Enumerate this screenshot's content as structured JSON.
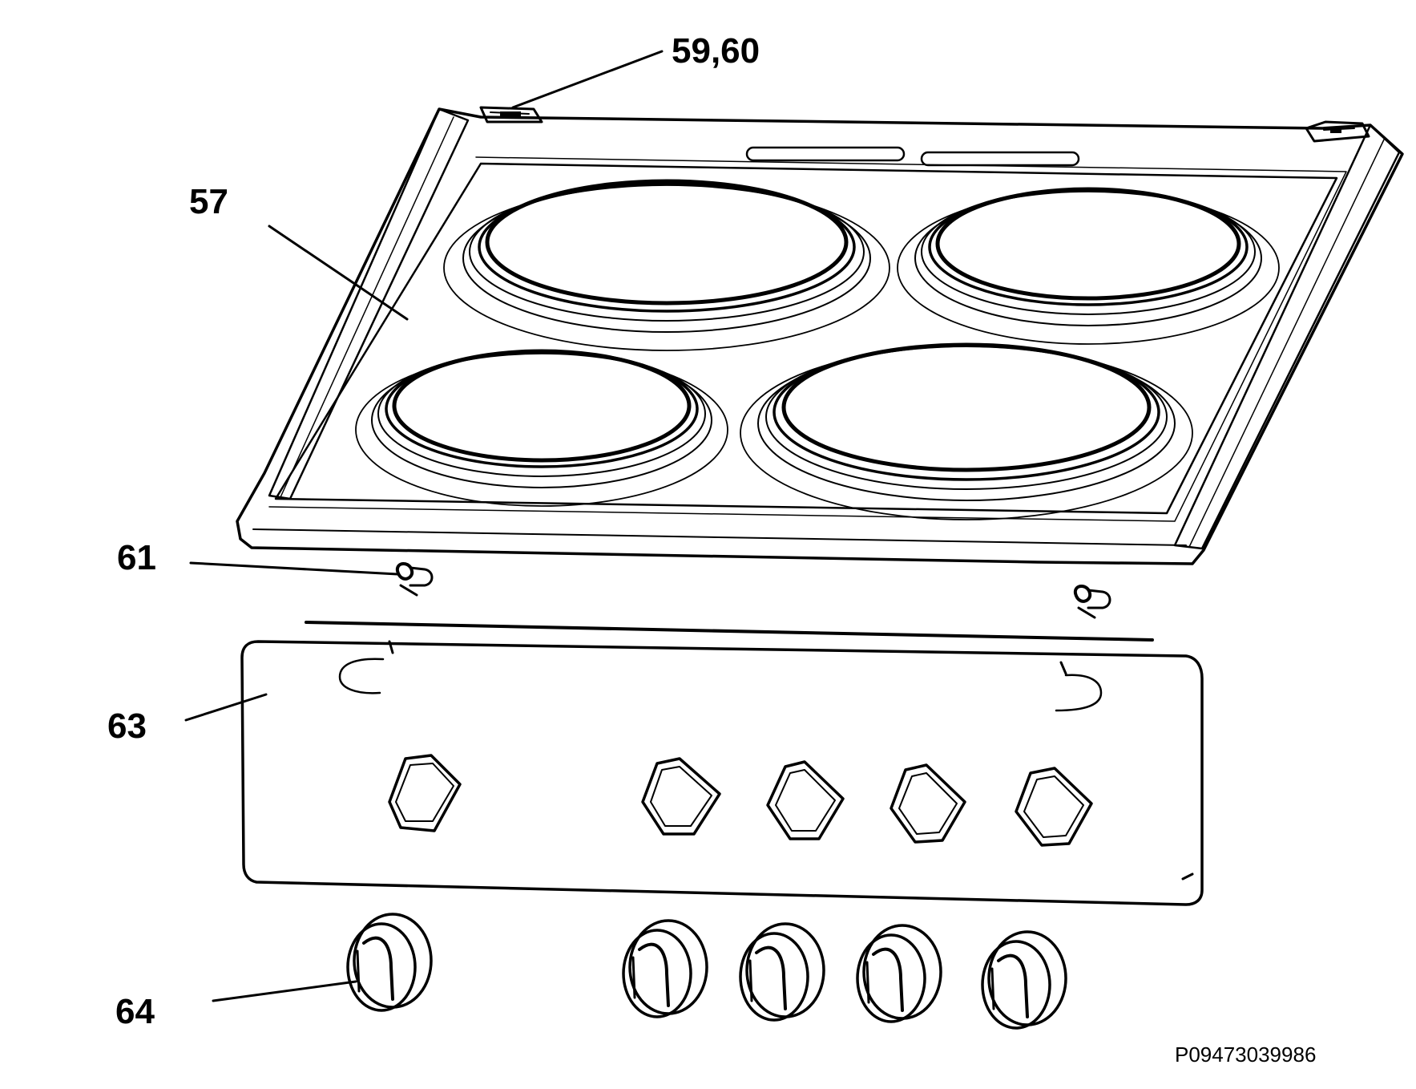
{
  "callouts": {
    "hinges": "59,60",
    "hob_top": "57",
    "clip": "61",
    "control_panel": "63",
    "knobs": "64"
  },
  "drawing_code": "P09473039986"
}
